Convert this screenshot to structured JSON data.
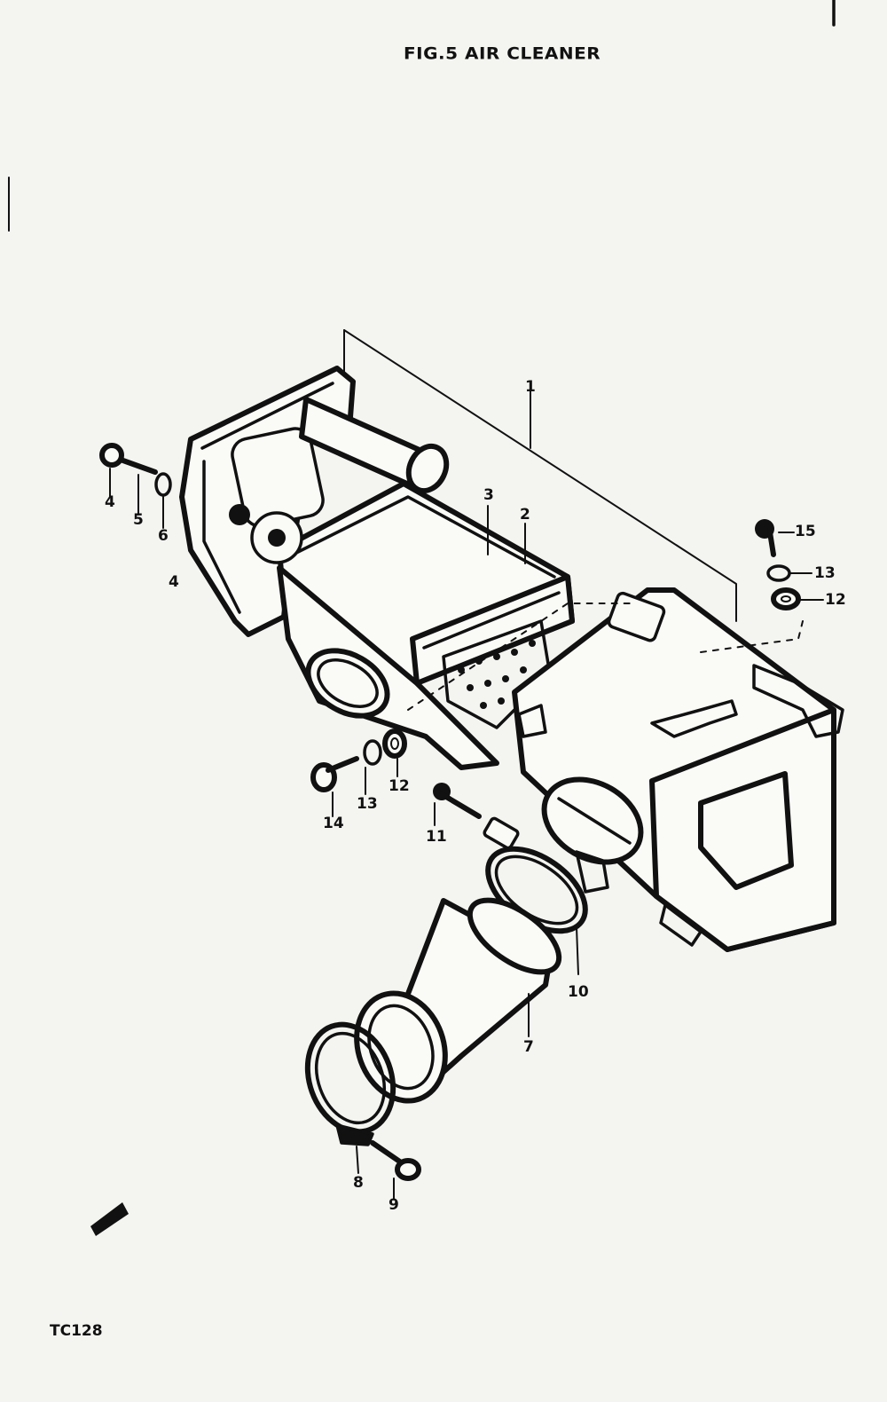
{
  "figure": {
    "title": "FIG.5  AIR CLEANER",
    "code": "TC128"
  },
  "callouts": [
    {
      "id": "1",
      "label": "1"
    },
    {
      "id": "2",
      "label": "2"
    },
    {
      "id": "3",
      "label": "3"
    },
    {
      "id": "4",
      "label": "4"
    },
    {
      "id": "4b",
      "label": "4"
    },
    {
      "id": "5",
      "label": "5"
    },
    {
      "id": "6",
      "label": "6"
    },
    {
      "id": "7",
      "label": "7"
    },
    {
      "id": "8",
      "label": "8"
    },
    {
      "id": "9",
      "label": "9"
    },
    {
      "id": "10",
      "label": "10"
    },
    {
      "id": "11",
      "label": "11"
    },
    {
      "id": "12",
      "label": "12"
    },
    {
      "id": "12b",
      "label": "12"
    },
    {
      "id": "13",
      "label": "13"
    },
    {
      "id": "13b",
      "label": "13"
    },
    {
      "id": "14",
      "label": "14"
    },
    {
      "id": "15",
      "label": "15"
    }
  ],
  "colors": {
    "ink": "#111111",
    "paper": "#f4f4f1"
  }
}
